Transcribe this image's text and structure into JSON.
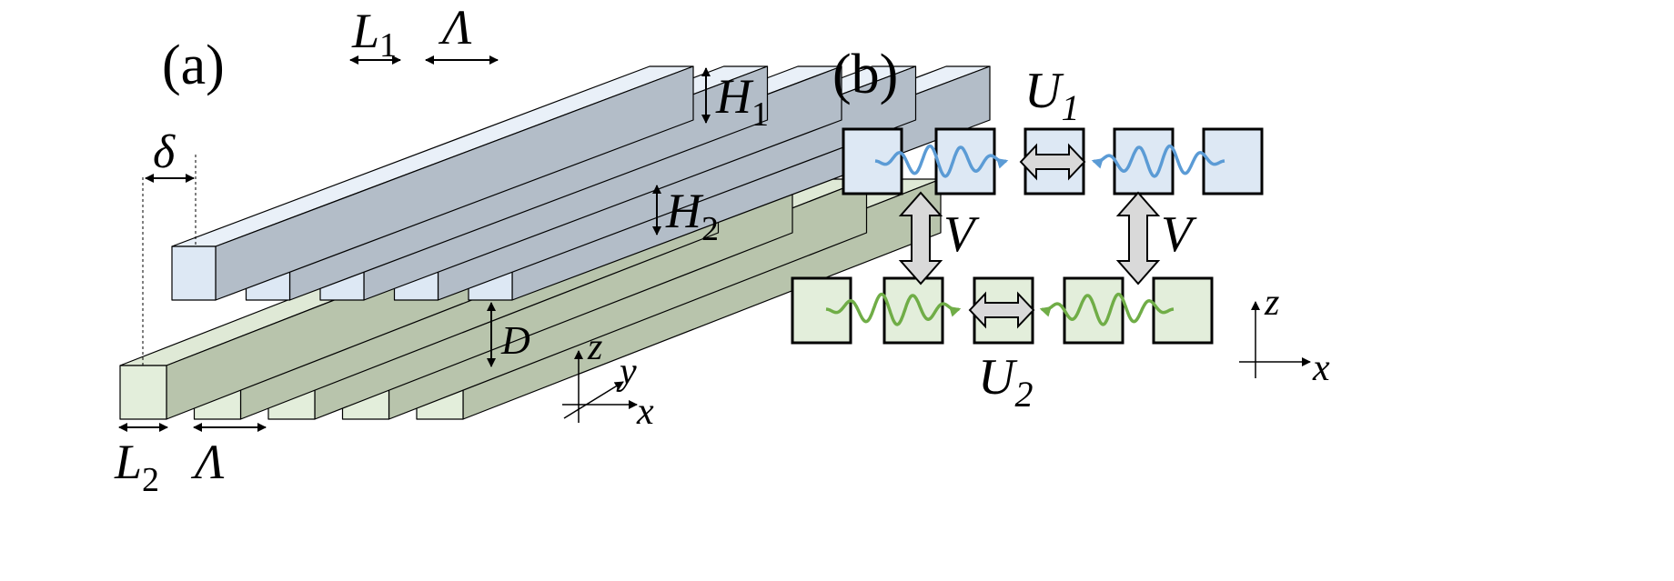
{
  "panels": {
    "a": {
      "label": "(a)",
      "dims": {
        "L1": {
          "main": "L",
          "sub": "1"
        },
        "Lambda_top": "Λ",
        "H1": {
          "main": "H",
          "sub": "1"
        },
        "H2": {
          "main": "H",
          "sub": "2"
        },
        "delta": "δ",
        "D": "D",
        "L2": {
          "main": "L",
          "sub": "2"
        },
        "Lambda_bottom": "Λ"
      },
      "axes": {
        "z": "z",
        "y": "y",
        "x": "x"
      }
    },
    "b": {
      "label": "(b)",
      "U1": {
        "main": "U",
        "sub": "1"
      },
      "U2": {
        "main": "U",
        "sub": "2"
      },
      "V_left": "V",
      "V_right": "V",
      "axes": {
        "z": "z",
        "x": "x"
      }
    }
  },
  "colors": {
    "top_front": "#dde8f4",
    "top_top": "#e9f0f8",
    "top_side": "#b3bdc8",
    "bottom_front": "#e3eedb",
    "bottom_top": "#dfe9d6",
    "bottom_side": "#b8c4ac",
    "wave_blue": "#5b9bd5",
    "wave_green": "#70ad47",
    "coupling_arrow": "#d9d9d9"
  }
}
